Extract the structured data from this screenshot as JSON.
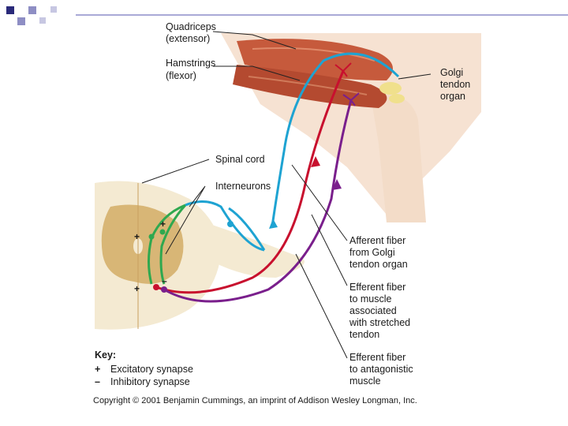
{
  "labels": {
    "quadriceps": [
      "Quadriceps",
      "(extensor)"
    ],
    "hamstrings": [
      "Hamstrings",
      "(flexor)"
    ],
    "golgi": [
      "Golgi",
      "tendon",
      "organ"
    ],
    "spinal_cord": "Spinal cord",
    "interneurons": "Interneurons",
    "afferent": [
      "Afferent fiber",
      "from Golgi",
      "tendon organ"
    ],
    "efferent_stretched": [
      "Efferent fiber",
      "to muscle",
      "associated",
      "with stretched",
      "tendon"
    ],
    "efferent_antagonistic": [
      "Efferent fiber",
      "to antagonistic",
      "muscle"
    ]
  },
  "key": {
    "title": "Key:",
    "items": [
      {
        "symbol": "+",
        "label": "Excitatory synapse"
      },
      {
        "symbol": "–",
        "label": "Inhibitory synapse"
      }
    ]
  },
  "synapse_signs": [
    "+",
    "+",
    "+",
    "–"
  ],
  "copyright": "Copyright © 2001 Benjamin Cummings, an imprint of Addison Wesley Longman, Inc.",
  "colors": {
    "afferent": "#1ea3d2",
    "efferent_red": "#c8102e",
    "efferent_purple": "#7a1f8c",
    "interneuron": "#2fa84f",
    "muscle": "#c65a3c",
    "cord_gray": "#d8b676",
    "cord_white": "#f4ead2",
    "skin": "#f3dcc8",
    "tendon": "#f0e08c",
    "deco_square": "#2a2a7a"
  }
}
